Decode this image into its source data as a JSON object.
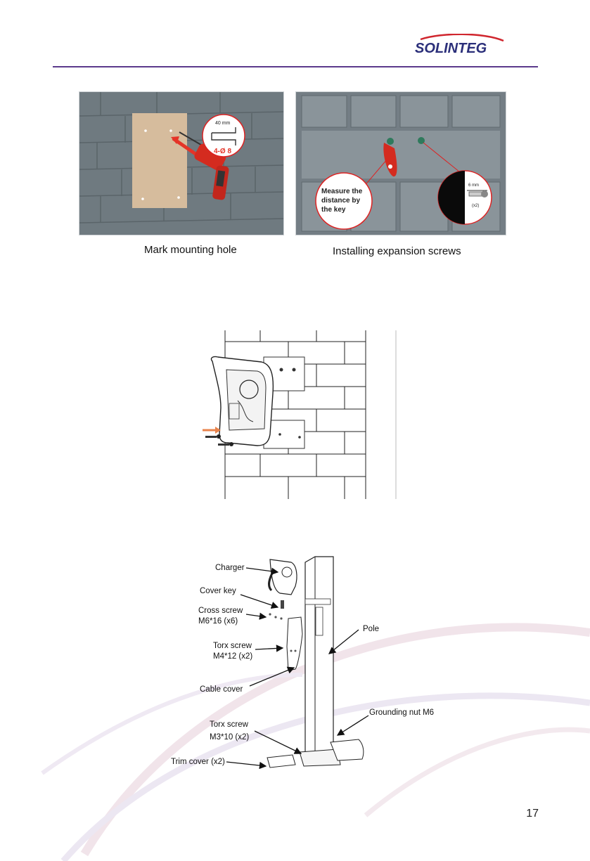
{
  "header": {
    "logo_text": "SOLINTEG",
    "accent_color": "#5b3a8c",
    "logo_color": "#2b2f7a"
  },
  "figure1": {
    "left": {
      "caption": "Mark mounting hole",
      "callout_dimension": "40 mm",
      "callout_hole": "4-Ø 8"
    },
    "right": {
      "caption": "Installing expansion screws",
      "callout_key": "Measure the distance by the key",
      "callout_screw_gap": "6 mm",
      "callout_count": "(x2)"
    }
  },
  "figure3": {
    "labels": {
      "charger": "Charger",
      "cover_key": "Cover key",
      "cross_screw_line1": "Cross screw",
      "cross_screw_line2": "M6*16 (x6)",
      "torx_screw_line1": "Torx screw",
      "torx_screw_line2": "M4*12 (x2)",
      "cable_cover": "Cable cover",
      "pole": "Pole",
      "grounding_nut": "Grounding nut M6",
      "torx_screw2_line1": "Torx screw",
      "torx_screw2_line2": "M3*10 (x2)",
      "trim_cover": "Trim cover (x2)"
    }
  },
  "footer": {
    "page_number": "17"
  }
}
